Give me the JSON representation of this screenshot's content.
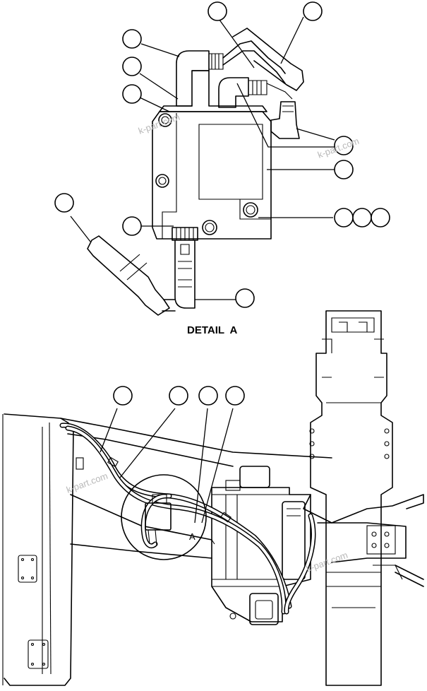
{
  "detail_title": "DETAIL  A",
  "view_label": "A",
  "watermark": "k-part.com",
  "colors": {
    "line": "#000000",
    "background": "#ffffff",
    "watermark": "#b8b8b8"
  }
}
